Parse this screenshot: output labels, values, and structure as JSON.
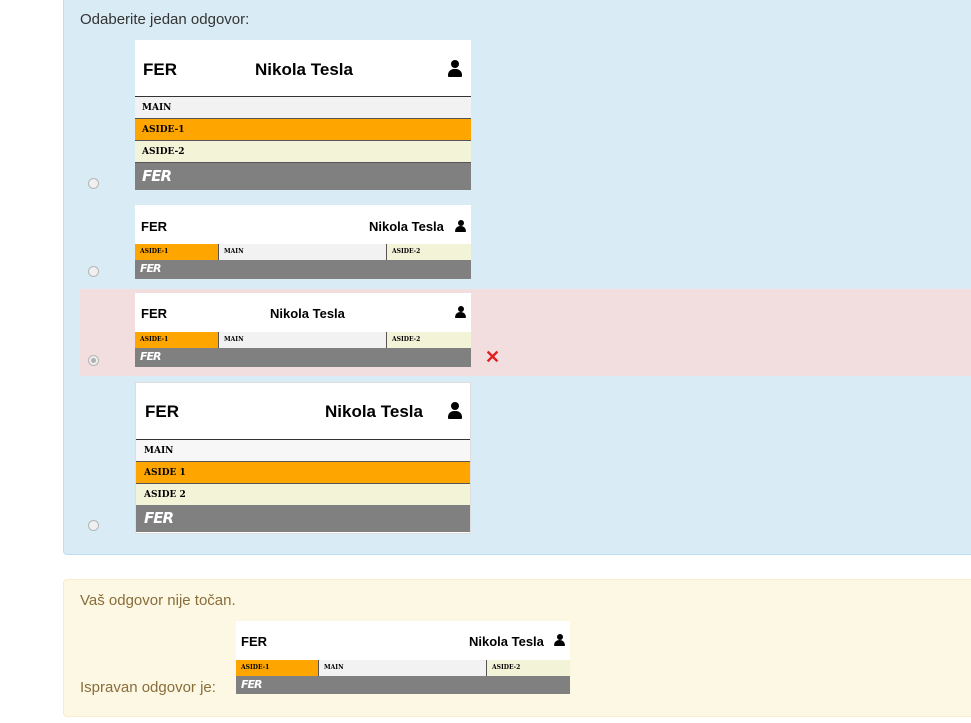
{
  "question": {
    "prompt": "Odaberite jedan odgovor:",
    "options": [
      {
        "fer": "FER",
        "name": "Nikola Tesla",
        "main": "MAIN",
        "aside1": "ASIDE-1",
        "aside2": "ASIDE-2",
        "logo": "FER",
        "selected": false
      },
      {
        "fer": "FER",
        "name": "Nikola Tesla",
        "main": "MAIN",
        "aside1": "ASIDE-1",
        "aside2": "ASIDE-2",
        "logo": "FER",
        "selected": false
      },
      {
        "fer": "FER",
        "name": "Nikola Tesla",
        "main": "MAIN",
        "aside1": "ASIDE-1",
        "aside2": "ASIDE-2",
        "logo": "FER",
        "selected": true
      },
      {
        "fer": "FER",
        "name": "Nikola Tesla",
        "main": "MAIN",
        "aside1": "ASIDE 1",
        "aside2": "ASIDE 2",
        "logo": "FER",
        "selected": false
      }
    ]
  },
  "feedback": {
    "incorrect": "Vaš odgovor nije točan.",
    "correct_label": "Ispravan odgovor je:",
    "correct": {
      "fer": "FER",
      "name": "Nikola Tesla",
      "main": "MAIN",
      "aside1": "ASIDE-1",
      "aside2": "ASIDE-2",
      "logo": "FER"
    }
  },
  "colors": {
    "aside1": "#ffa500",
    "aside2": "#f3f3d8",
    "footer": "#808080",
    "question_bg": "#d9ebf5",
    "selected_bg": "#f2dede",
    "feedback_bg": "#fcf8e3",
    "wrong": "#e02020"
  }
}
